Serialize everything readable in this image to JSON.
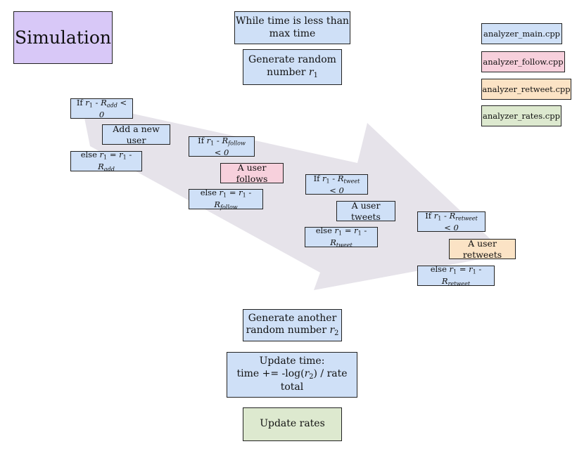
{
  "title": "Simulation",
  "loop": {
    "line1": "While time is less than",
    "line2": "max time"
  },
  "gen1": {
    "line1": "Generate random",
    "line2": "number ",
    "var": "r",
    "sub": "1"
  },
  "legend": [
    {
      "label": "analyzer_main.cpp",
      "color": "#cfe0f7"
    },
    {
      "label": "analyzer_follow.cpp",
      "color": "#f7d0dc"
    },
    {
      "label": "analyzer_retweet.cpp",
      "color": "#fbe3c5"
    },
    {
      "label": "analyzer_rates.cpp",
      "color": "#dde9cf"
    }
  ],
  "steps": [
    {
      "cond_prefix": "If ",
      "r": "r",
      "r_sub": "1",
      "minus": " - ",
      "R": "R",
      "R_sub": "add",
      "cond_suffix": " < 0",
      "action": "Add a new user",
      "else_prefix": "else ",
      "else_eq": " = ",
      "else_mid": " - "
    },
    {
      "cond_prefix": "If ",
      "r": "r",
      "r_sub": "1",
      "minus": " - ",
      "R": "R",
      "R_sub": "follow",
      "cond_suffix": " < 0",
      "action": "A user follows",
      "else_prefix": "else ",
      "else_eq": " = ",
      "else_mid": " - "
    },
    {
      "cond_prefix": "If ",
      "r": "r",
      "r_sub": "1",
      "minus": " - ",
      "R": "R",
      "R_sub": "tweet",
      "cond_suffix": " < 0",
      "action": "A user tweets",
      "else_prefix": "else ",
      "else_eq": " = ",
      "else_mid": " - "
    },
    {
      "cond_prefix": "If ",
      "r": "r",
      "r_sub": "1",
      "minus": " - ",
      "R": "R",
      "R_sub": "retweet",
      "cond_suffix": " < 0",
      "action": "A user retweets",
      "else_prefix": "else ",
      "else_eq": " = ",
      "else_mid": " - "
    }
  ],
  "gen2": {
    "line1": "Generate another",
    "line2": "random number ",
    "var": "r",
    "sub": "2"
  },
  "update_time": {
    "line1": "Update time:",
    "line2_a": "time += -log(",
    "var": "r",
    "sub": "2",
    "line2_b": ") / rate total"
  },
  "update_rates": "Update rates",
  "colors": {
    "main": "#cfe0f7",
    "follow": "#f7d0dc",
    "retweet": "#fbe3c5",
    "rates": "#dde9cf",
    "title": "#d8c8f7",
    "arrow": "#e6e3ea"
  }
}
